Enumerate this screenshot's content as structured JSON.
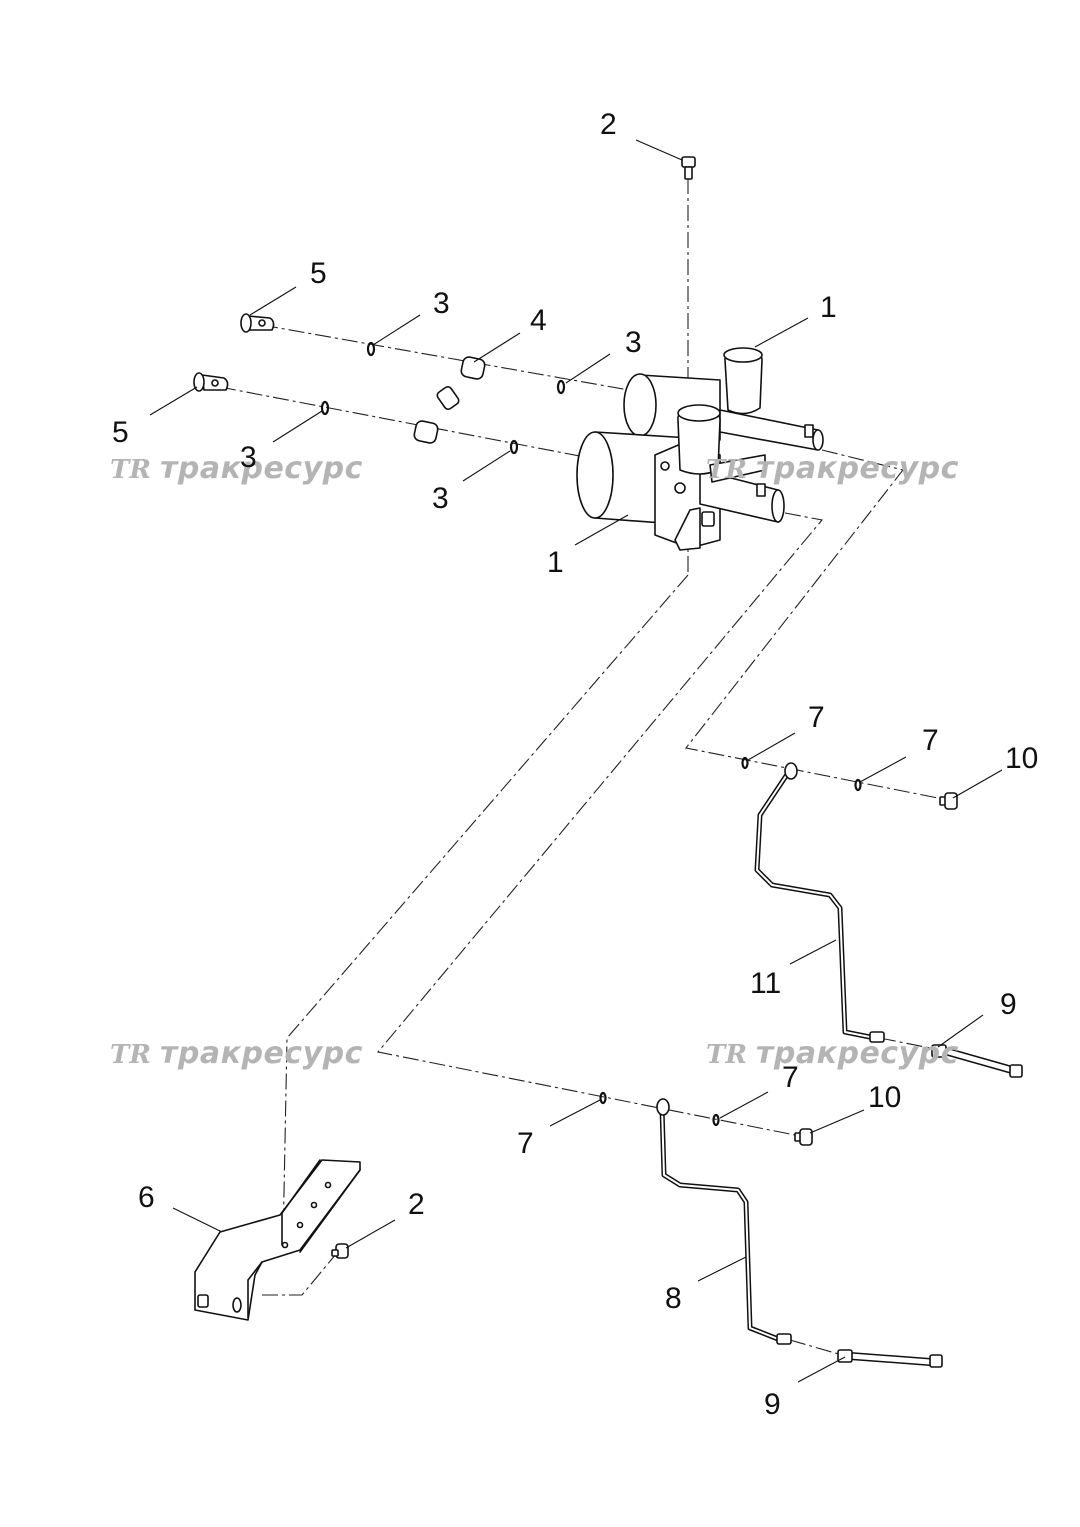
{
  "watermark": {
    "logo": "TR",
    "text": "тракресурс"
  },
  "callouts": {
    "brake_chamber_upper": "1",
    "brake_chamber_lower": "1",
    "bolt_top": "2",
    "bolt_bracket": "2",
    "oring_upper_left": "3",
    "oring_upper_right": "3",
    "oring_lower_left": "3",
    "oring_lower_right": "3",
    "link_rod": "4",
    "pin_upper": "5",
    "pin_lower": "5",
    "bracket": "6",
    "washer_upper_left": "7",
    "washer_upper_right": "7",
    "washer_lower_left": "7",
    "washer_lower_right": "7",
    "tube_lower": "8",
    "hose_lower": "9",
    "hose_upper": "9",
    "banjo_bolt_upper": "10",
    "banjo_bolt_lower": "10",
    "tube_upper": "11"
  },
  "colors": {
    "line": "#111111",
    "watermark": "#b4b4b4",
    "background": "#ffffff"
  }
}
